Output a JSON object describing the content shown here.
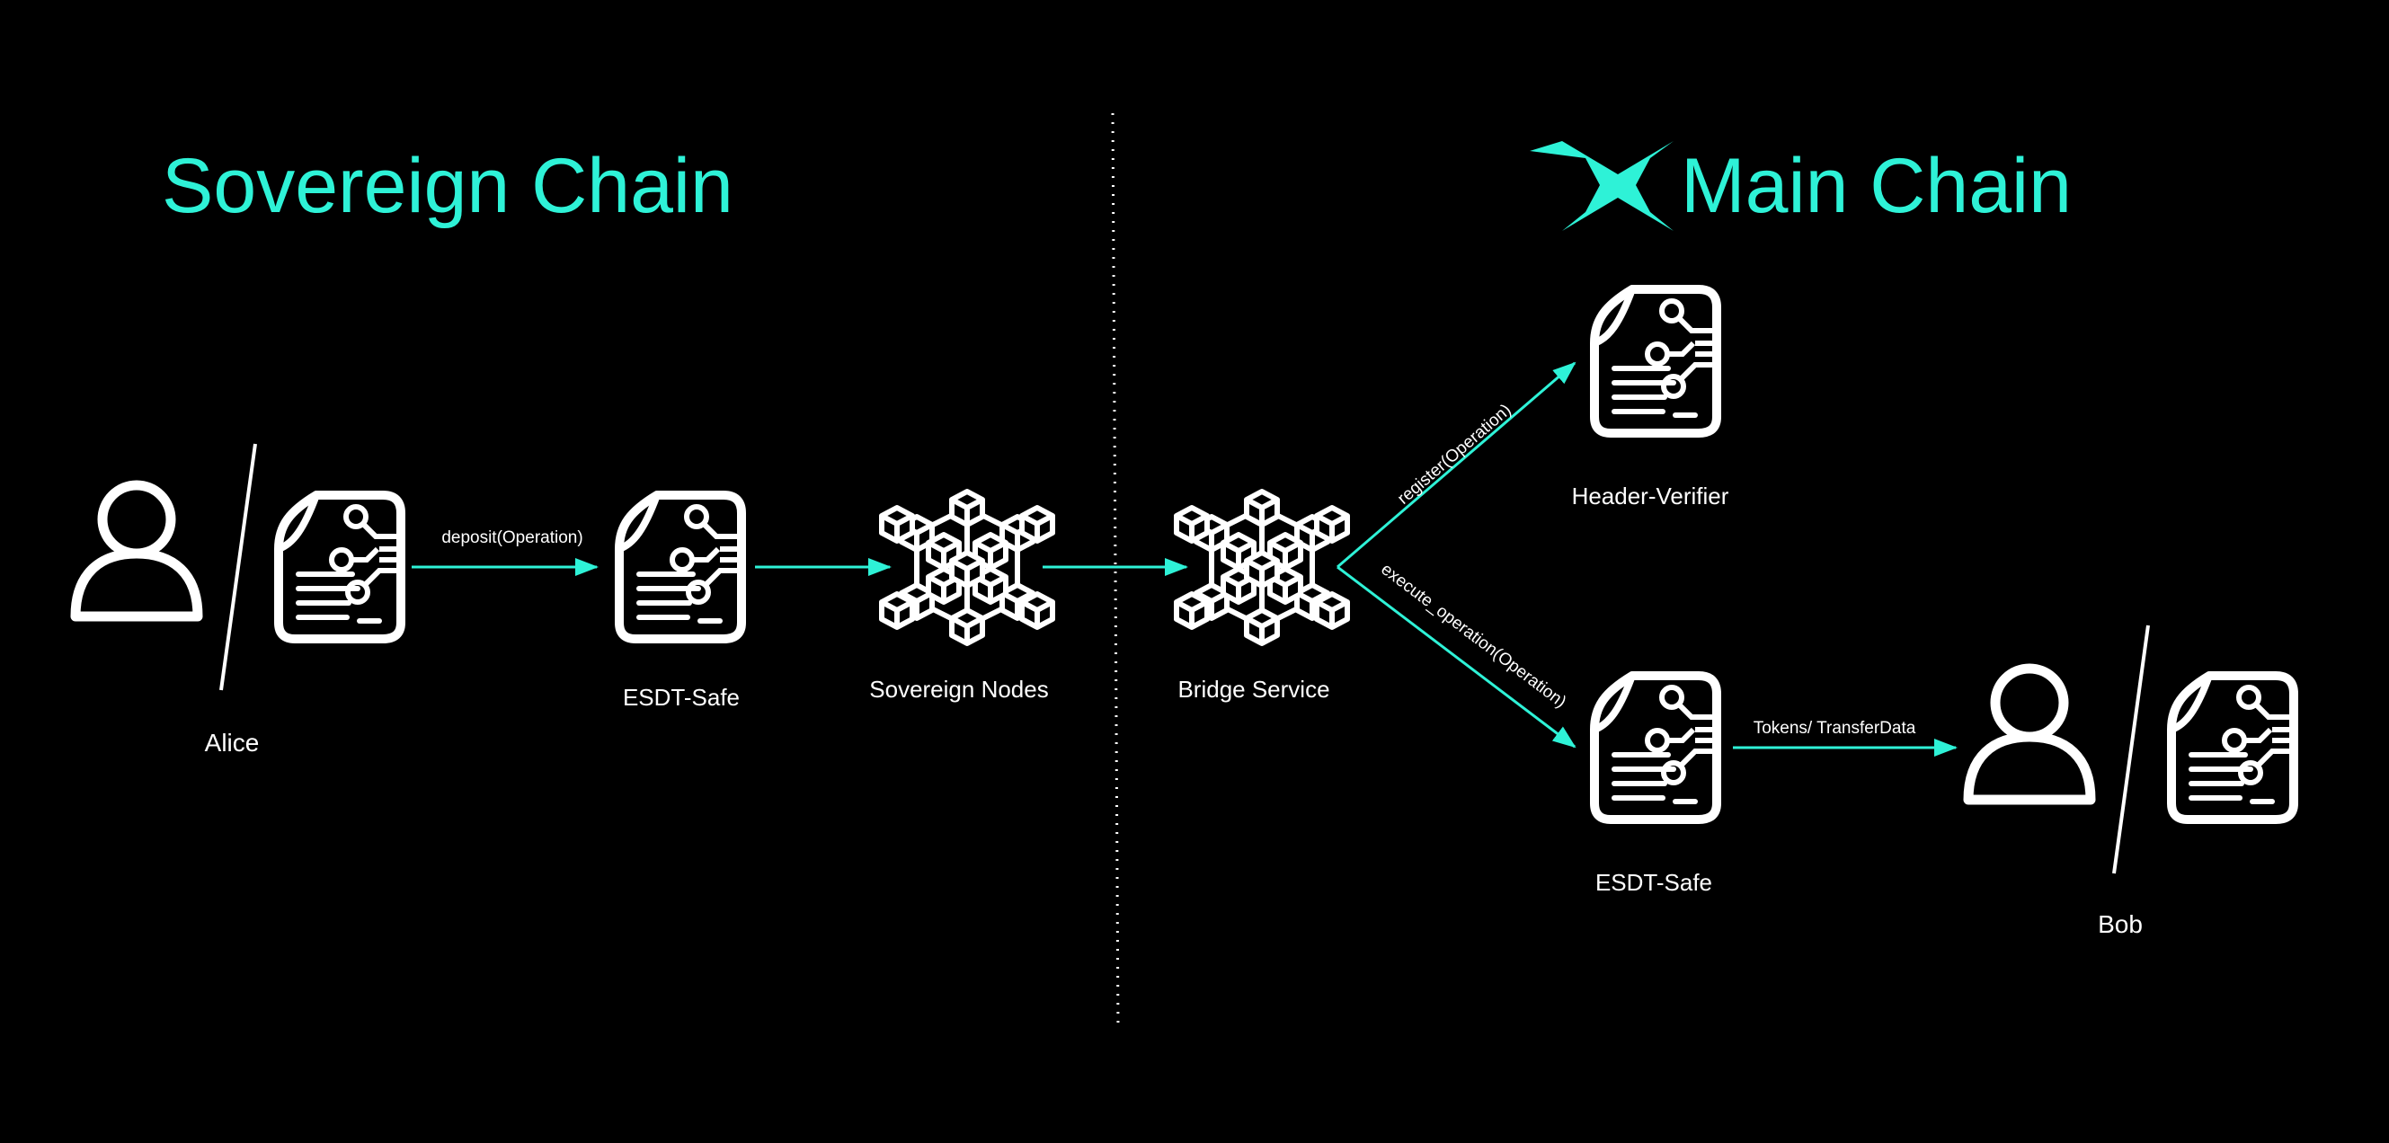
{
  "colors": {
    "accent": "#2ef2d7",
    "foreground": "#ffffff",
    "background": "#000000"
  },
  "sovereign_chain": {
    "title": "Sovereign Chain",
    "alice": "Alice",
    "esdt_safe": "ESDT-Safe",
    "sovereign_nodes": "Sovereign Nodes"
  },
  "main_chain": {
    "title": "Main Chain",
    "logo_icon": "multiversx-x-logo",
    "bridge_service": "Bridge Service",
    "header_verifier": "Header-Verifier",
    "esdt_safe": "ESDT-Safe",
    "bob": "Bob"
  },
  "edges": {
    "deposit": "deposit(Operation)",
    "register": "register(Operation)",
    "execute": "execute_operation(Operation)",
    "tokens": "Tokens/ TransferData"
  },
  "icons": {
    "user": "user-icon",
    "contract": "smart-contract-icon",
    "network": "cube-network-icon"
  }
}
